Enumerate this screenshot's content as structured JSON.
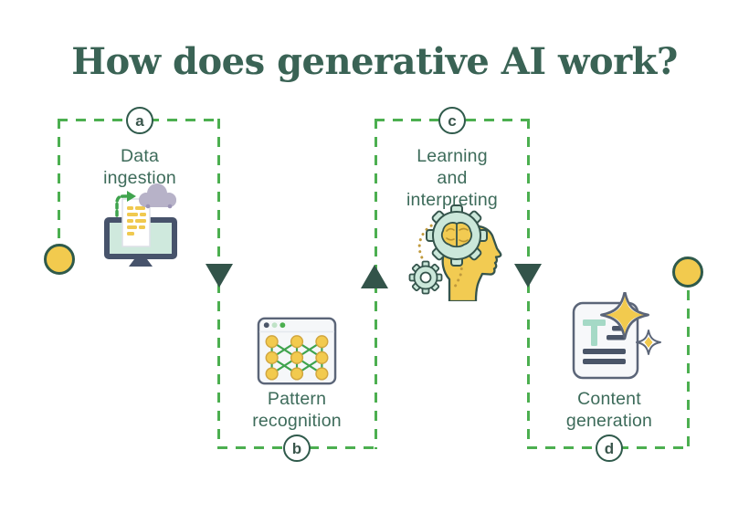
{
  "title": "How does generative AI work?",
  "flow": {
    "steps": [
      {
        "id": "a",
        "label": "Data\ningestion",
        "icon": "data-ingestion-icon"
      },
      {
        "id": "b",
        "label": "Pattern\nrecognition",
        "icon": "pattern-recognition-icon"
      },
      {
        "id": "c",
        "label": "Learning\nand\ninterpreting",
        "icon": "learning-interpreting-icon"
      },
      {
        "id": "d",
        "label": "Content\ngeneration",
        "icon": "content-generation-icon"
      }
    ],
    "markers": {
      "start": "start-dot",
      "end": "end-dot"
    }
  },
  "colors": {
    "title_green": "#3a6355",
    "label_green": "#3d6b5a",
    "dash_green": "#4caf50",
    "arrow_dark_green": "#33544a",
    "endpoint_yellow": "#f2ca4e",
    "endpoint_border": "#2f5a4b",
    "icon_slate": "#4a5568",
    "icon_mint": "#cfe9dd",
    "icon_teal": "#cbe7da",
    "icon_cloud_lavender": "#b7b2c8",
    "icon_yellow": "#f2cb52",
    "background": "#ffffff"
  }
}
